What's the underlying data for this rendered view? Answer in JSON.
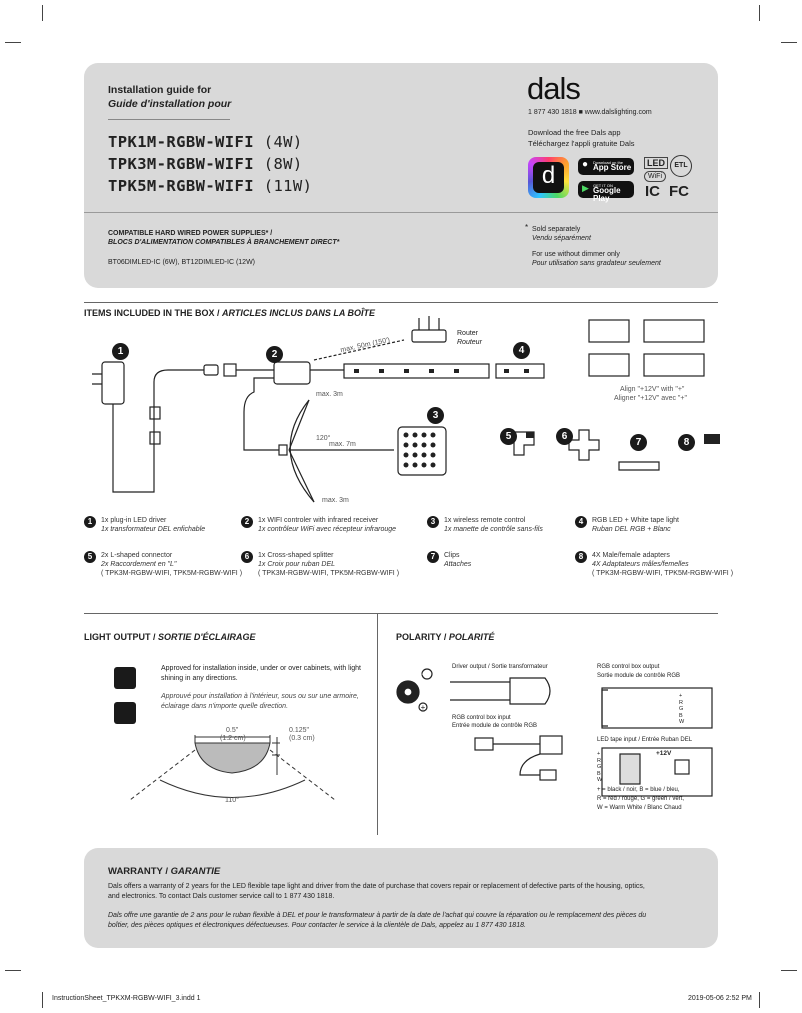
{
  "header": {
    "title_en": "Installation guide for",
    "title_fr": "Guide d'installation pour",
    "models": [
      {
        "name": "TPK1M-RGBW-WIFI",
        "power": "(4W)"
      },
      {
        "name": "TPK3M-RGBW-WIFI",
        "power": "(8W)"
      },
      {
        "name": "TPK5M-RGBW-WIFI",
        "power": "(11W)"
      }
    ],
    "brand": "dals",
    "contact": "1 877 430 1818 ■ www.dalslighting.com",
    "download_en": "Download the free Dals app",
    "download_fr": "Téléchargez l'appli gratuite Dals",
    "app_store_small": "Download on the",
    "app_store": "App Store",
    "google_play_small": "GET IT ON",
    "google_play": "Google Play",
    "cert_led": "LED",
    "cert_wifi": "WiFi",
    "cert_etl": "ETL",
    "cert_ic": "IC",
    "cert_fc": "FC"
  },
  "compat": {
    "title_en": "COMPATIBLE HARD WIRED POWER SUPPLIES* /",
    "title_fr": "BLOCS D'ALIMENTATION COMPATIBLES À BRANCHEMENT DIRECT*",
    "models": "BT06DIMLED-IC (6W), BT12DIMLED-IC (12W)",
    "note1_en": "Sold separately",
    "note1_fr": "Vendu séparément",
    "note2_en": "For use without dimmer only",
    "note2_fr": "Pour utilisation sans gradateur seulement",
    "asterisk": "*"
  },
  "items_section": {
    "title_en": "ITEMS INCLUDED IN THE BOX",
    "title_fr": "ARTICLES INCLUS DANS LA BOÎTE",
    "router_en": "Router",
    "router_fr": "Routeur",
    "max50": "max. 50m (150')",
    "max3a": "max. 3m",
    "max7": "max. 7m",
    "max3b": "max. 3m",
    "angle": "120°",
    "align_en": "Align \"+12V\" with \"+\"",
    "align_fr": "Aligner \"+12V\" avec \"+\"",
    "items": [
      {
        "num": "1",
        "en": "1x plug-in LED driver",
        "fr": "1x transformateur DEL enfichable",
        "extra": ""
      },
      {
        "num": "2",
        "en": "1x WIFI controler with infrared receiver",
        "fr": "1x contrôleur WiFi avec récepteur infrarouge",
        "extra": ""
      },
      {
        "num": "3",
        "en": "1x wireless remote control",
        "fr": "1x manette de contrôle sans-fils",
        "extra": ""
      },
      {
        "num": "4",
        "en": "RGB LED + White tape light",
        "fr": "Ruban DEL RGB + Blanc",
        "extra": ""
      },
      {
        "num": "5",
        "en": "2x L-shaped connector",
        "fr": "2x Raccordement en \"L\"",
        "extra": "( TPK3M-RGBW-WIFI, TPK5M-RGBW-WIFI )"
      },
      {
        "num": "6",
        "en": "1x Cross-shaped splitter",
        "fr": "1x Croix pour ruban DEL",
        "extra": "( TPK3M-RGBW-WIFI, TPK5M-RGBW-WIFI )"
      },
      {
        "num": "7",
        "en": "Clips",
        "fr": "Attaches",
        "extra": ""
      },
      {
        "num": "8",
        "en": "4X Male/female adapters",
        "fr": "4X Adaptateurs mâles/femelles",
        "extra": "( TPK3M-RGBW-WIFI, TPK5M-RGBW-WIFI )"
      }
    ]
  },
  "light_output": {
    "title_en": "LIGHT OUTPUT",
    "title_fr": "SORTIE D'ÉCLAIRAGE",
    "text_en": "Approved for installation inside, under or over cabinets, with light shining in any directions.",
    "text_fr": "Approuvé pour installation à l'intérieur, sous ou sur une armoire, éclairage dans n'importe quelle direction.",
    "dim_width": "0.5\"",
    "dim_width_cm": "(1.2 cm)",
    "dim_height": "0.125\"",
    "dim_height_cm": "(0.3 cm)",
    "angle": "110°"
  },
  "polarity": {
    "title_en": "POLARITY",
    "title_fr": "POLARITÉ",
    "driver_output": "Driver output / Sortie transformateur",
    "rgb_input_en": "RGB control box input",
    "rgb_input_fr": "Entrée module de contrôle RGB",
    "rgb_output_en": "RGB control box output",
    "rgb_output_fr": "Sortie module de contrôle RGB",
    "tape_input": "LED tape input / Entrée Ruban DEL",
    "plus12": "+12V",
    "pins": [
      "+",
      "R",
      "G",
      "B",
      "W"
    ],
    "legend1": "+ = black / noir, B = blue / bleu,",
    "legend2": "R = red / rouge, G = green / vert,",
    "legend3": "W = Warm White / Blanc Chaud"
  },
  "warranty": {
    "title_en": "WARRANTY",
    "title_fr": "GARANTIE",
    "text_en": "Dals offers a warranty of 2 years for the LED flexible tape light and driver from the date of purchase that covers repair or replacement of defective parts of the housing, optics, and electronics. To contact Dals customer service call to 1 877 430 1818.",
    "text_fr": "Dals offre une garantie de 2 ans pour le ruban flexible à DEL et pour le transformateur à partir de la date de l'achat qui couvre la réparation ou le remplacement des pièces du boîtier, des pièces optiques et électroniques défectueuses. Pour contacter le service à la clientèle de Dals, appelez au 1 877 430 1818."
  },
  "footer": {
    "filename": "InstructionSheet_TPKXM-RGBW-WIFI_3.indd   1",
    "date": "2019-05-06   2:52 PM"
  },
  "colors": {
    "panel": "#d9d9d9",
    "dark": "#1a1a1a"
  }
}
